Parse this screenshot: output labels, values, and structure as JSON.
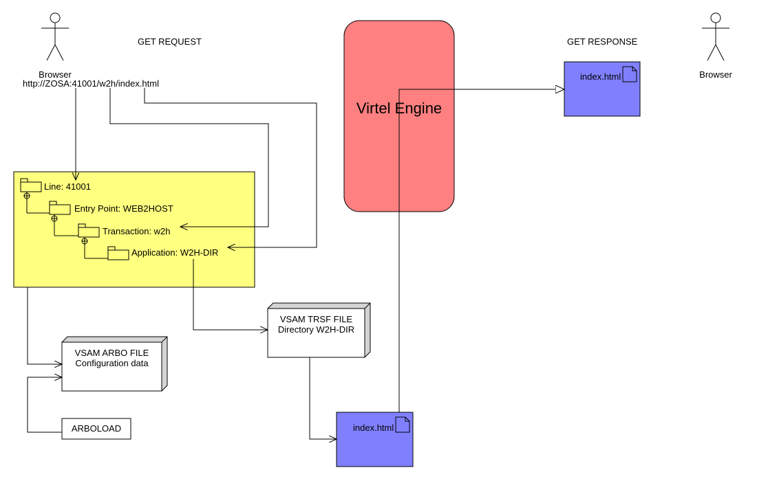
{
  "labels": {
    "get_request": "GET REQUEST",
    "get_response": "GET RESPONSE",
    "browser_left": "Browser",
    "browser_url": "http://ZOSA:41001/w2h/index.html",
    "browser_right": "Browser",
    "virtel_engine": "Virtel Engine"
  },
  "tree": {
    "line": "Line: 41001",
    "entry_point": "Entry Point: WEB2HOST",
    "transaction": "Transaction: w2h",
    "application": "Application: W2H-DIR"
  },
  "nodes": {
    "vsam_arbo": [
      "VSAM ARBO FILE",
      "Configuration data"
    ],
    "vsam_trsf": [
      "VSAM TRSF FILE",
      "Directory W2H-DIR"
    ],
    "arboload": "ARBOLOAD",
    "index_top": "index.html",
    "index_bottom": "index.html"
  },
  "colors": {
    "config_box": "#ffff80",
    "engine": "#ff8080",
    "document": "#8080ff",
    "node_shade": "#d4d4d4"
  }
}
